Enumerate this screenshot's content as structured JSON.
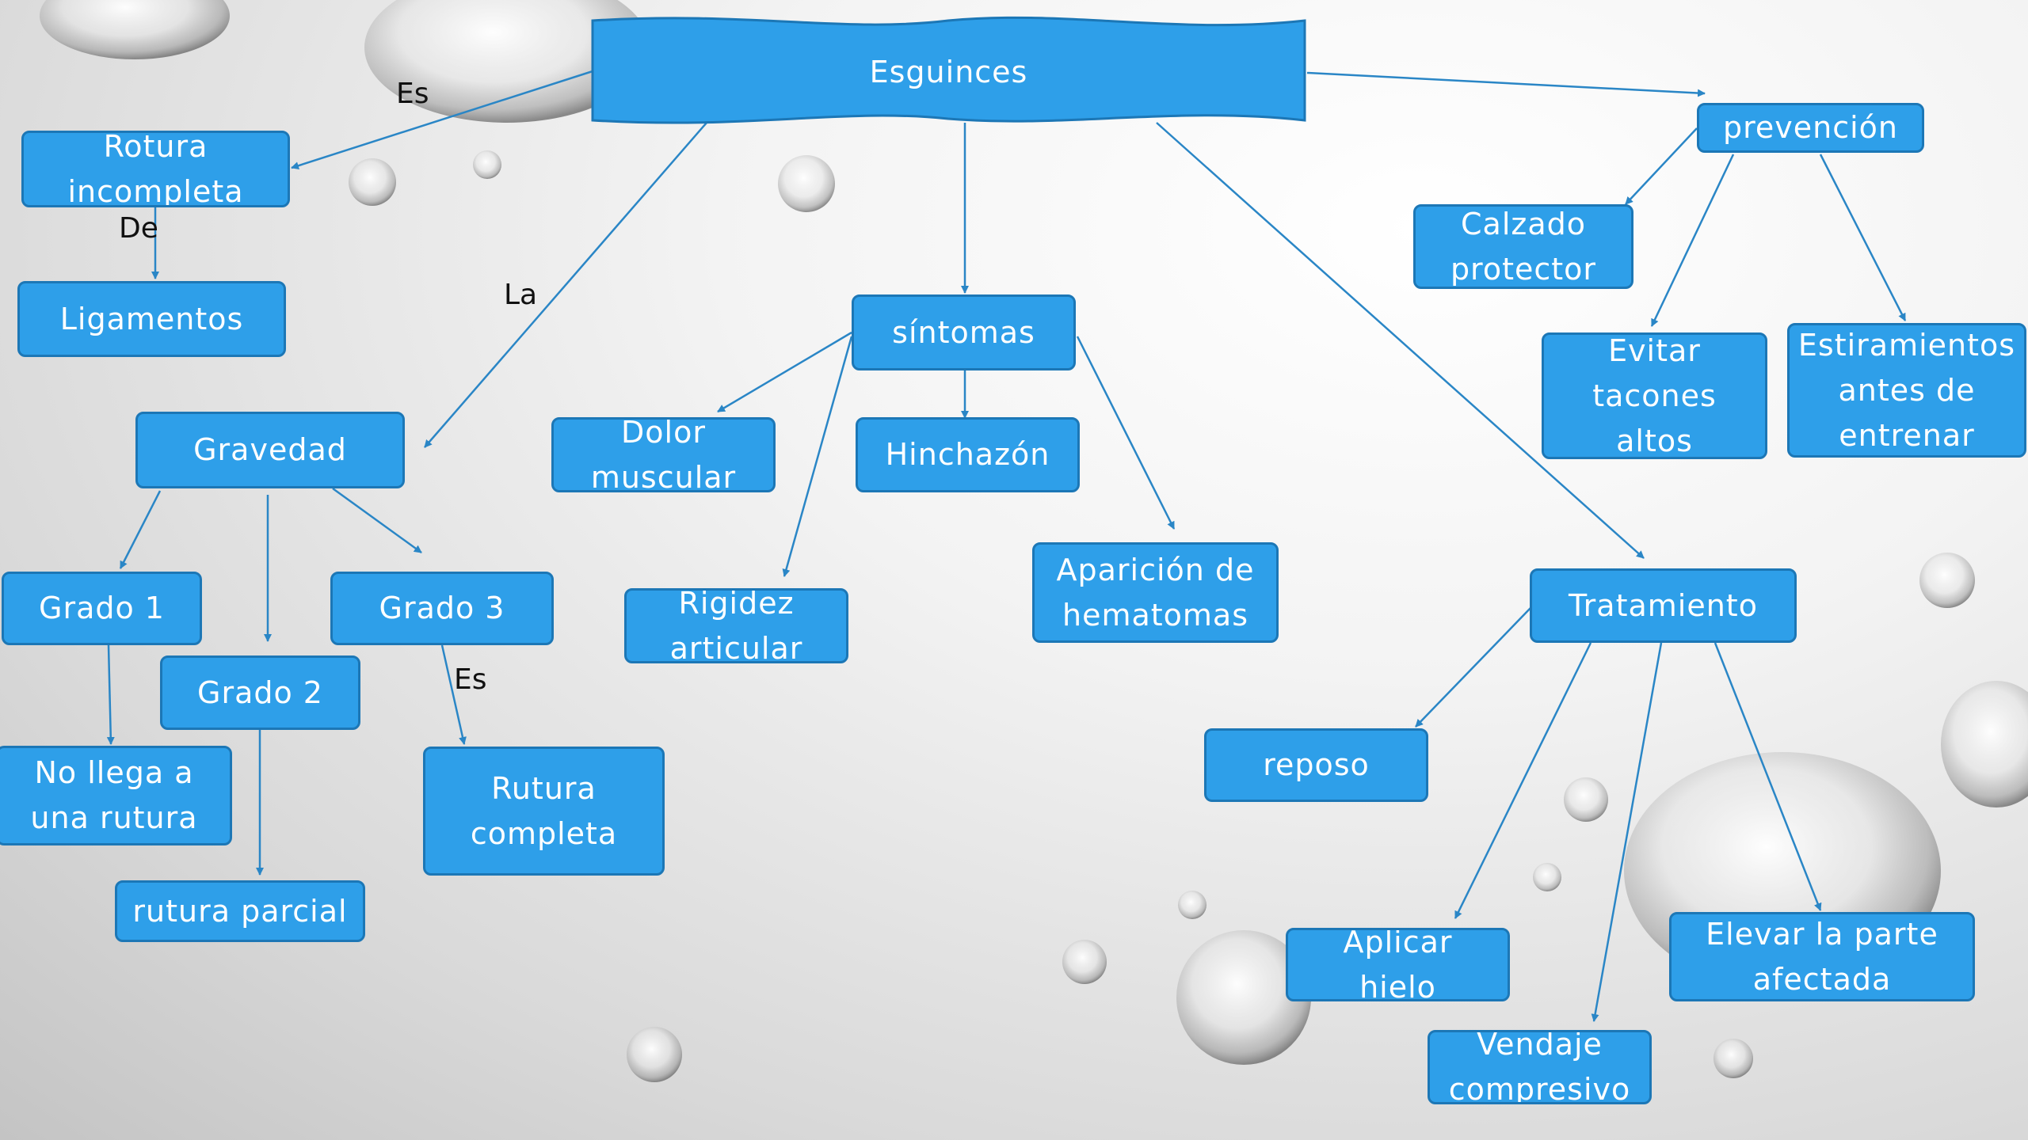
{
  "title": "Esguinces",
  "labels": {
    "es1": "Es",
    "de": "De",
    "la": "La",
    "es2": "Es"
  },
  "nodes": {
    "rotura_incompleta": "Rotura incompleta",
    "ligamentos": "Ligamentos",
    "gravedad": "Gravedad",
    "grado1": "Grado 1",
    "grado2": "Grado 2",
    "grado3": "Grado 3",
    "no_llega": "No llega a una rutura",
    "rutura_parcial": "rutura parcial",
    "rutura_completa": "Rutura completa",
    "sintomas": "síntomas",
    "dolor": "Dolor muscular",
    "hinchazon": "Hinchazón",
    "rigidez": "Rigidez articular",
    "hematomas": "Aparición de hematomas",
    "tratamiento": "Tratamiento",
    "reposo": "reposo",
    "hielo": "Aplicar hielo",
    "vendaje": "Vendaje compresivo",
    "elevar": "Elevar la parte afectada",
    "prevencion": "prevención",
    "calzado": "Calzado protector",
    "tacones": "Evitar tacones altos",
    "estiramientos": "Estiramientos antes de entrenar"
  },
  "colors": {
    "node_fill": "#2e9fe9",
    "node_border": "#1c77b6",
    "line": "#2a86c6",
    "label_text": "#111111"
  }
}
